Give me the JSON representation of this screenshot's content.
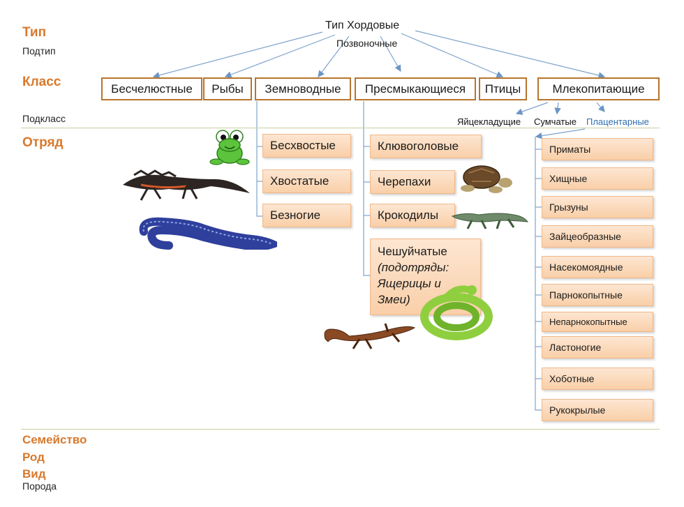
{
  "phylum": "Тип Хордовые",
  "subphylum": "Позвоночные",
  "ranks": {
    "type": "Тип",
    "subtype": "Подтип",
    "class": "Класс",
    "subclass": "Подкласс",
    "order": "Отряд",
    "family": "Семейство",
    "genus": "Род",
    "species": "Вид",
    "breed": "Порода"
  },
  "classes": [
    "Бесчелюстные",
    "Рыбы",
    "Земноводные",
    "Пресмыкающиеся",
    "Птицы",
    "Млекопитающие"
  ],
  "mammal_subclasses": [
    "Яйцекладущие",
    "Сумчатые",
    "Плацентарные"
  ],
  "amphibian_orders": [
    "Бесхвостые",
    "Хвостатые",
    "Безногие"
  ],
  "reptile_orders": [
    "Клювоголовые",
    "Черепахи",
    "Крокодилы"
  ],
  "squamata": {
    "line1": "Чешуйчатые",
    "line2": "(подотряды:",
    "line3": "Ящерицы и",
    "line4": "Змеи)"
  },
  "mammal_orders": [
    "Приматы",
    "Хищные",
    "Грызуны",
    "Зайцеобразные",
    "Насекомоядные",
    "Парнокопытные",
    "Непарнокопытные",
    "Ластоногие",
    "Хоботные",
    "Рукокрылые"
  ],
  "colors": {
    "rank": "#d9792c",
    "class_border": "#b8742e",
    "arrow": "#6b95c6",
    "placental": "#2e6fb0"
  }
}
